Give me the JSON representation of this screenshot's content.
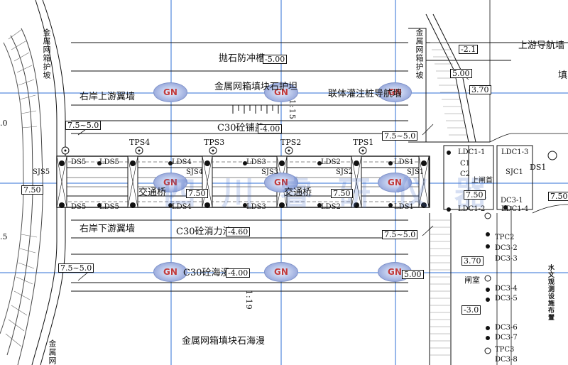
{
  "labels": {
    "riprap_trench": "抛石防冲槽",
    "riprap_trench_elev": "-5.00",
    "gabion_bank": "金属网箱填块石护坦",
    "right_upstream_wall": "右岸上游翼墙",
    "pile_guide_wall": "联体灌注桩导航墙",
    "upstream_guide_wall": "上游导航墙",
    "c30_cover": "C30砼铺盖",
    "c30_cover_elev": "-4.00",
    "right_downstream_wall": "右岸下游翼墙",
    "c30_basin": "C30砼消力池",
    "c30_basin_elev": "-4.60",
    "c30_apron": "C30砼海漫",
    "c30_apron_elev": "-4.00",
    "gabion_apron": "金属网箱填块石海漫",
    "traffic_bridge_1": "交通桥",
    "traffic_bridge_2": "交通桥",
    "gate_room": "闸室",
    "upper_gate": "上闸首",
    "slope_upper": "1:15",
    "slope_lower": "1:19",
    "left_vertical_top": "金属网箱护坡",
    "left_vertical_bottom": "金属网",
    "right_vertical": "金属网箱护坡",
    "right_edge_vertical": "水文观测设施布置",
    "right_edge_char": "填"
  },
  "elevations": [
    "7.5~5.0",
    "7.5~5.0",
    "7.5~5.0",
    "7.5~5.0",
    "7.50",
    "7.50",
    "7.50",
    "7.50",
    "7.50",
    "5.00",
    "5.00",
    "3.70",
    "3.70",
    "-2.1",
    "-3.0",
    ".0",
    ".5"
  ],
  "tp_labels": [
    "TPS4",
    "TPS3",
    "TPS2",
    "TPS1"
  ],
  "ds_labels": [
    "DS5",
    "LDS5",
    "LDS4",
    "LDS3",
    "LDS2",
    "LDS1",
    "DS1"
  ],
  "sj_labels": [
    "SJS5",
    "SJS4",
    "SJS3",
    "SJS2",
    "SJS1",
    "SJC1"
  ],
  "ldc_labels": [
    "LDC1-1",
    "LDC1-3",
    "LDC1-2",
    "LDC1-4",
    "C1",
    "C2"
  ],
  "dc_labels": [
    "DC3-1",
    "DC3-2",
    "DC3-3",
    "DC3-4",
    "DC3-5",
    "DC3-6",
    "DC3-7",
    "DC3-8"
  ],
  "tpc_labels": [
    "TPC2",
    "TPC3"
  ],
  "watermark": "四川睿研仪器"
}
